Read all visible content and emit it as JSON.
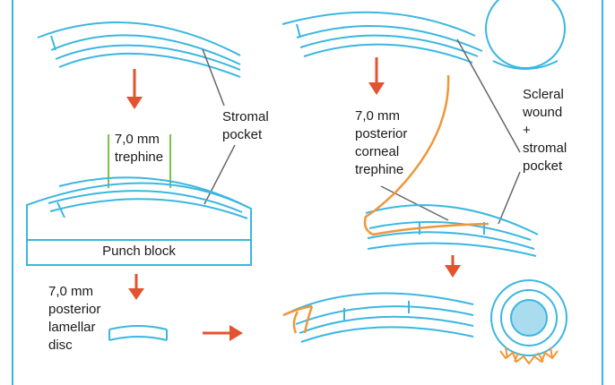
{
  "labels": {
    "stromal_pocket": [
      "Stromal",
      "pocket"
    ],
    "trephine_left": [
      "7,0 mm",
      "trephine"
    ],
    "punch_block": "Punch block",
    "posterior_lamellar_disc": [
      "7,0 mm",
      "posterior",
      "lamellar",
      "disc"
    ],
    "posterior_corneal_trephine": [
      "7,0 mm",
      "posterior",
      "corneal",
      "trephine"
    ],
    "scleral_wound_stromal_pocket": [
      "Scleral",
      "wound",
      "+",
      "stromal",
      "pocket"
    ]
  },
  "colors": {
    "structure": "#3ab7e0",
    "arrow": "#e2532f",
    "trephine_green": "#7cc242",
    "trephine_orange": "#f0963a",
    "lens_fill": "#a9dcee",
    "pointer": "#666666",
    "frame": "#3ab7e0"
  }
}
